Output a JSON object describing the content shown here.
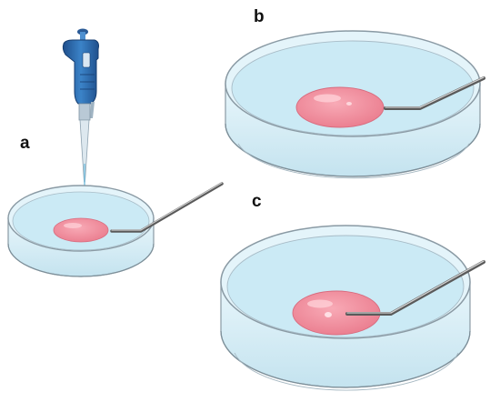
{
  "figure": {
    "panels": [
      {
        "label": "a"
      },
      {
        "label": "b"
      },
      {
        "label": "c"
      }
    ]
  },
  "colors": {
    "dish_rim": "#8a9aa4",
    "dish_fill": "#dcf1f8",
    "medium": "#bfe6f4",
    "tissue": "#f08c9c",
    "tissue_highlight": "#ffd6dc",
    "probe": "#6d6d6d",
    "pipette_body": "#2f6fb3",
    "pipette_tip": "#c8d6df"
  }
}
